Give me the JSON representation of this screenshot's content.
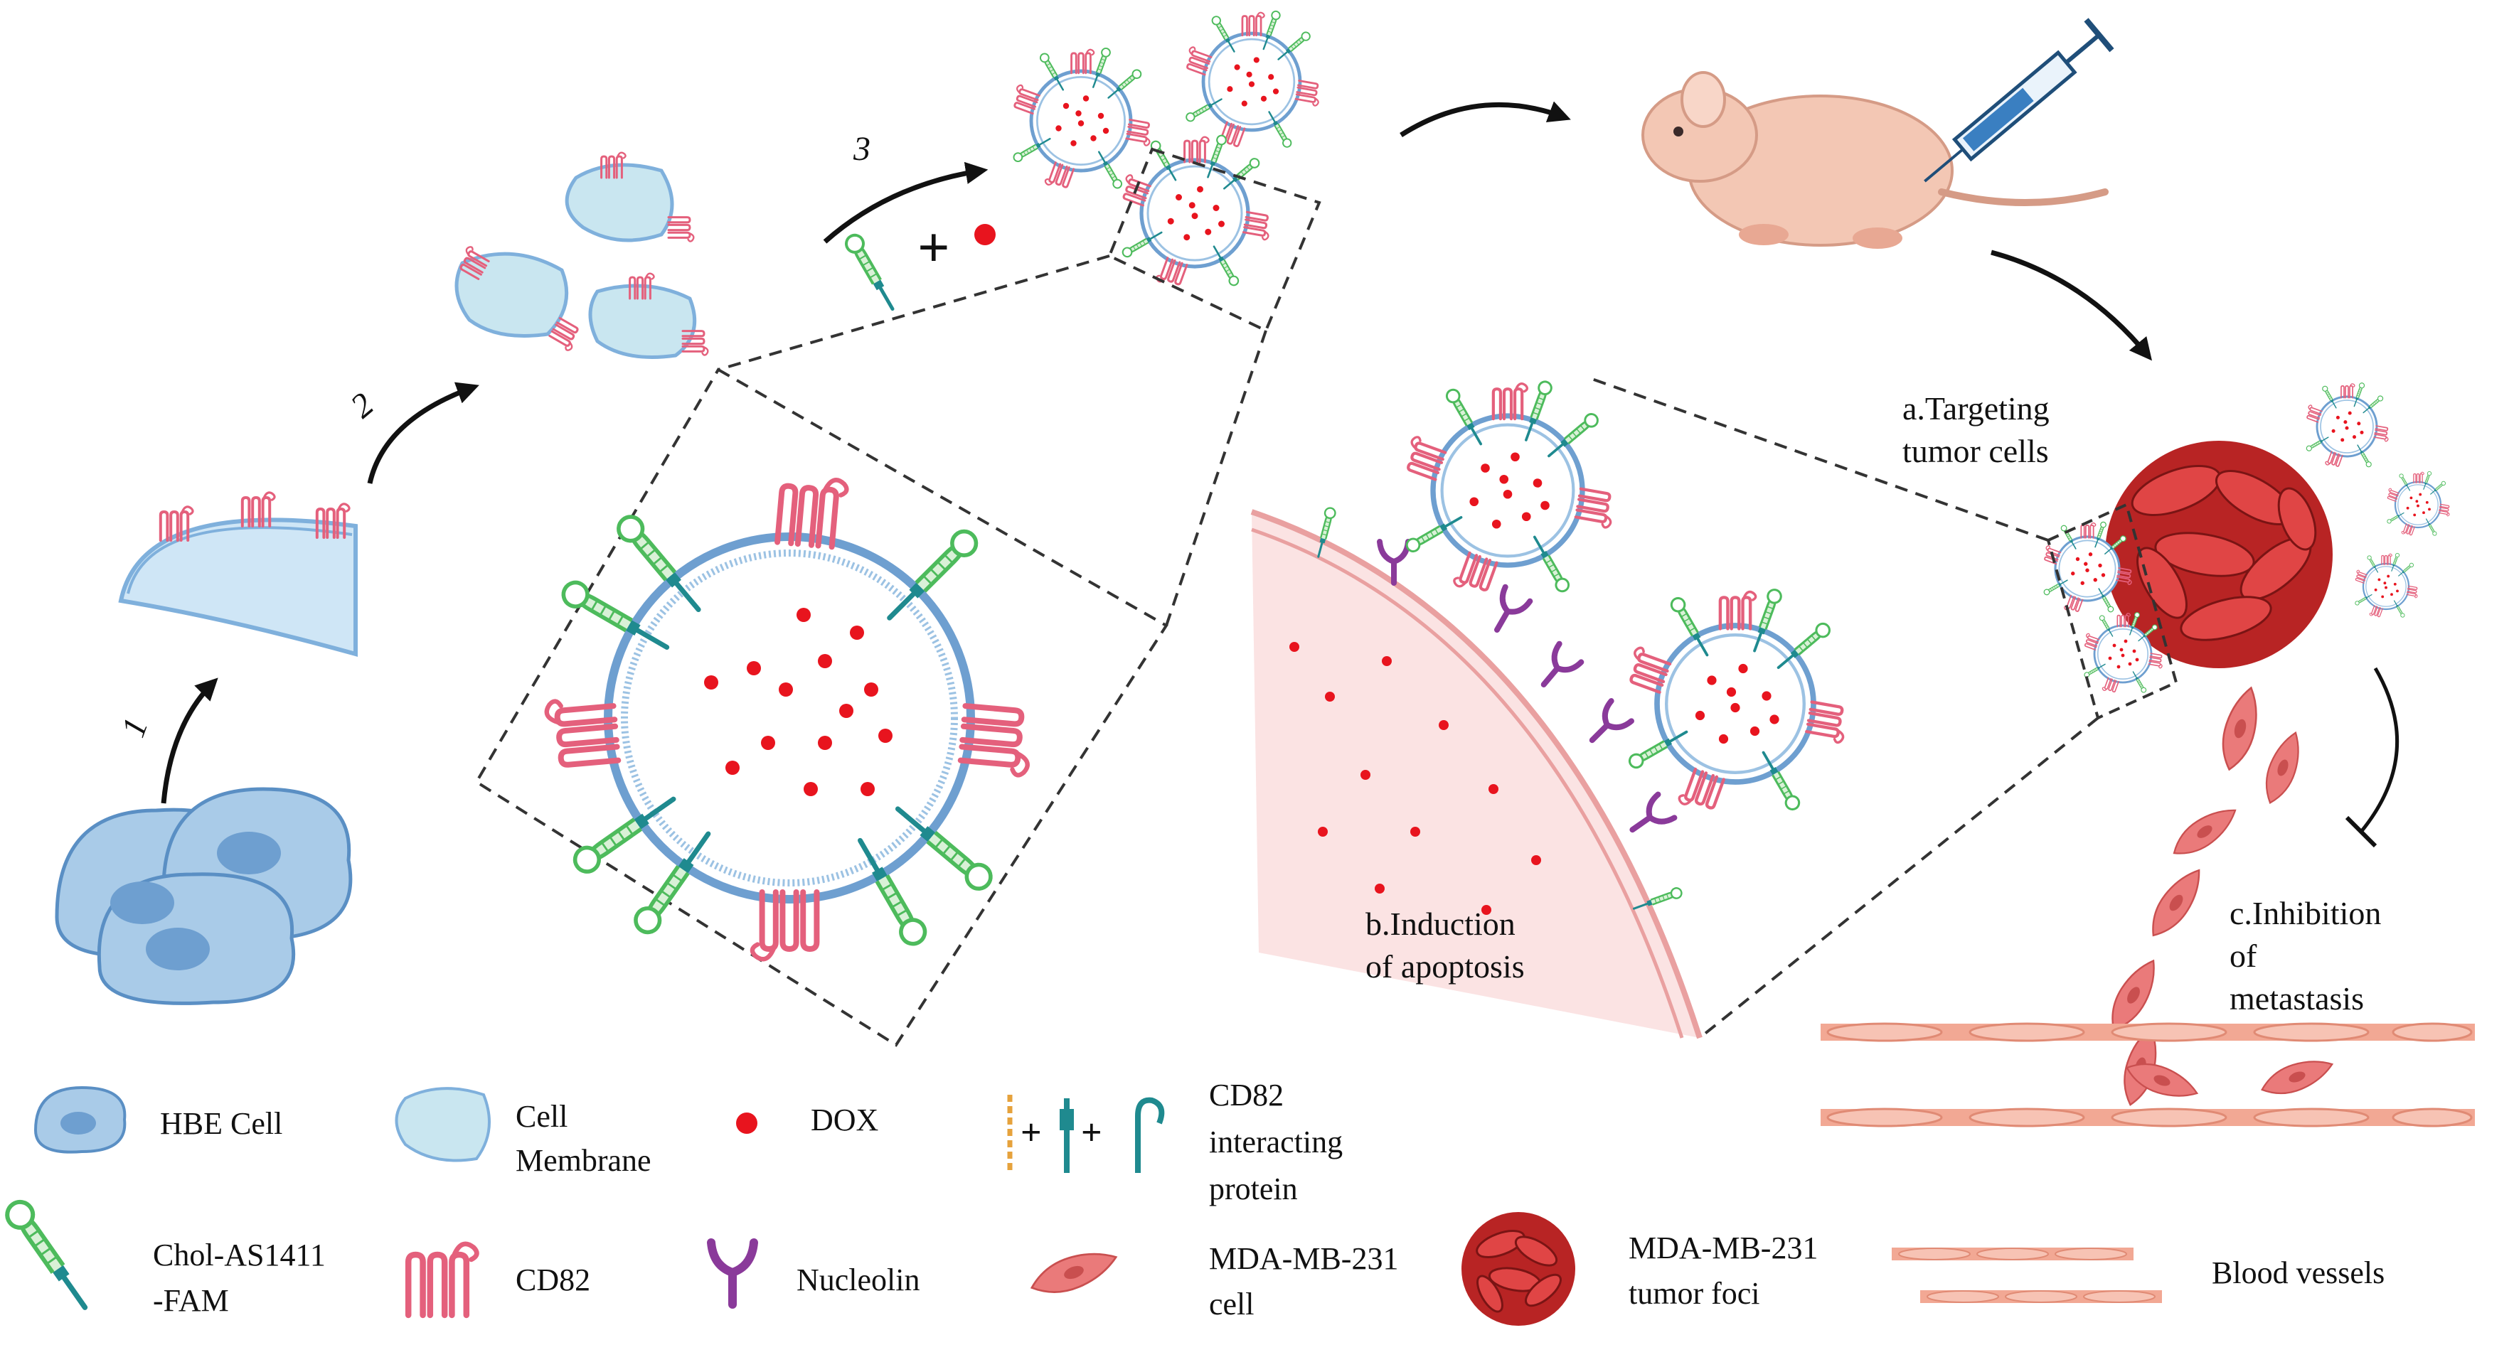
{
  "steps": [
    "1",
    "2",
    "3"
  ],
  "annotations": {
    "a": [
      "a.Targeting",
      "tumor cells"
    ],
    "b": [
      "b.Induction",
      "of apoptosis"
    ],
    "c": [
      "c.Inhibition",
      "of",
      "metastasis"
    ]
  },
  "legend": {
    "hbe_cell": [
      "HBE Cell"
    ],
    "cell_membrane": [
      "Cell",
      "Membrane"
    ],
    "dox": [
      "DOX"
    ],
    "cd82_interacting": [
      "CD82",
      "interacting",
      "protein"
    ],
    "chol_as1411": [
      "Chol-AS1411",
      "-FAM"
    ],
    "cd82": [
      "CD82"
    ],
    "nucleolin": [
      "Nucleolin"
    ],
    "mda_cell": [
      "MDA-MB-231",
      "cell"
    ],
    "mda_foci": [
      "MDA-MB-231",
      "tumor foci"
    ],
    "blood_vessels": [
      "Blood vessels"
    ]
  },
  "colors": {
    "cell_fill": "#a9cbe8",
    "cell_stroke": "#5a8fc4",
    "nucleus": "#6e9fd0",
    "membrane_fill": "#c9e6f0",
    "cd82": "#e4607c",
    "dox": "#e8141e",
    "aptamer": "#4dbb5c",
    "aptamer_tip": "#1f8a8f",
    "nucleolin": "#8a3a9a",
    "tumor": "#c62a2a",
    "mda": "#ea7a7a",
    "vessel": "#f2a894",
    "cytoplasm": "#fbe3e3"
  }
}
